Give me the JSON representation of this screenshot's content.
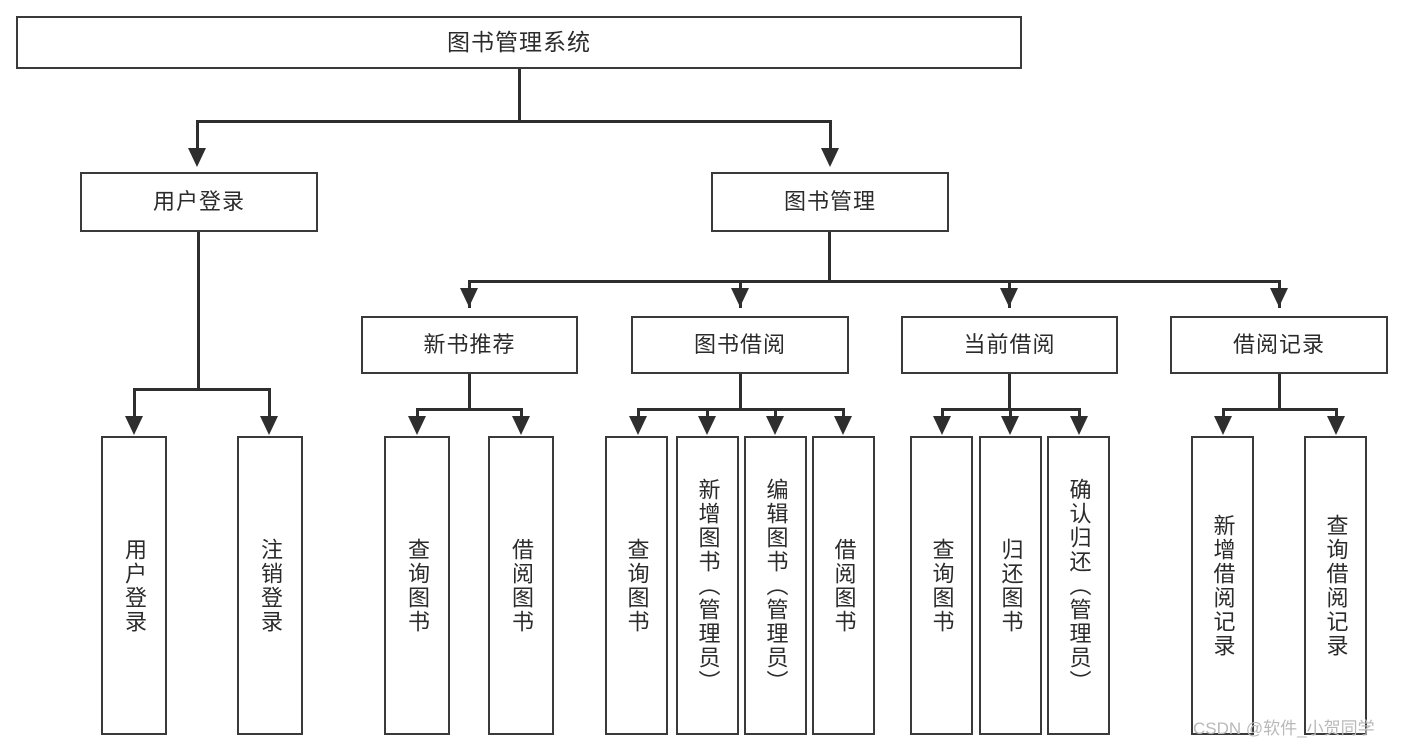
{
  "diagram": {
    "type": "tree-hierarchy",
    "title": "图书管理系统",
    "watermark": "CSDN @软件_小贺同学",
    "colors": {
      "box_border": "#3a3a3a",
      "connector": "#2e2e2e",
      "background": "#ffffff",
      "text": "#2b2b2b",
      "watermark": "#b9b9b9"
    },
    "levels": {
      "level1": [
        {
          "id": "root",
          "label": "图书管理系统",
          "orientation": "horizontal"
        }
      ],
      "level2": [
        {
          "id": "user-login",
          "label": "用户登录",
          "orientation": "horizontal"
        },
        {
          "id": "book-manage",
          "label": "图书管理",
          "orientation": "horizontal"
        }
      ],
      "level3": [
        {
          "id": "new-book-recommend",
          "label": "新书推荐",
          "orientation": "horizontal",
          "parent": "book-manage"
        },
        {
          "id": "book-borrow",
          "label": "图书借阅",
          "orientation": "horizontal",
          "parent": "book-manage"
        },
        {
          "id": "current-borrow",
          "label": "当前借阅",
          "orientation": "horizontal",
          "parent": "book-manage"
        },
        {
          "id": "borrow-record",
          "label": "借阅记录",
          "orientation": "horizontal",
          "parent": "book-manage"
        }
      ],
      "level4": [
        {
          "id": "leaf-user-login",
          "label": "用户登录",
          "orientation": "vertical",
          "parent": "user-login"
        },
        {
          "id": "leaf-logout",
          "label": "注销登录",
          "orientation": "vertical",
          "parent": "user-login"
        },
        {
          "id": "leaf-query-book-1",
          "label": "查询图书",
          "orientation": "vertical",
          "parent": "new-book-recommend"
        },
        {
          "id": "leaf-borrow-book-1",
          "label": "借阅图书",
          "orientation": "vertical",
          "parent": "new-book-recommend"
        },
        {
          "id": "leaf-query-book-2",
          "label": "查询图书",
          "orientation": "vertical",
          "parent": "book-borrow"
        },
        {
          "id": "leaf-add-book",
          "label": "新增图书（管理员）",
          "orientation": "vertical",
          "parent": "book-borrow"
        },
        {
          "id": "leaf-edit-book",
          "label": "编辑图书（管理员）",
          "orientation": "vertical",
          "parent": "book-borrow"
        },
        {
          "id": "leaf-borrow-book-2",
          "label": "借阅图书",
          "orientation": "vertical",
          "parent": "book-borrow"
        },
        {
          "id": "leaf-query-book-3",
          "label": "查询图书",
          "orientation": "vertical",
          "parent": "current-borrow"
        },
        {
          "id": "leaf-return-book",
          "label": "归还图书",
          "orientation": "vertical",
          "parent": "current-borrow"
        },
        {
          "id": "leaf-confirm-return",
          "label": "确认归还（管理员）",
          "orientation": "vertical",
          "parent": "current-borrow"
        },
        {
          "id": "leaf-add-record",
          "label": "新增借阅记录",
          "orientation": "vertical",
          "parent": "borrow-record"
        },
        {
          "id": "leaf-query-record",
          "label": "查询借阅记录",
          "orientation": "vertical",
          "parent": "borrow-record"
        }
      ]
    }
  }
}
